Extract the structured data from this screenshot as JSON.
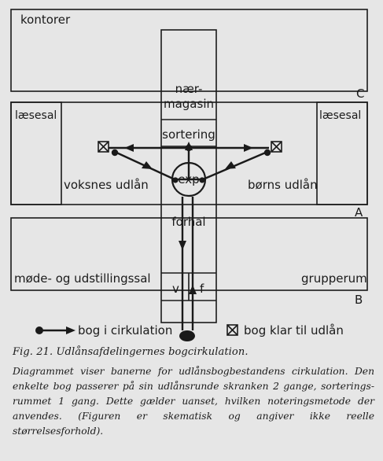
{
  "regions": {
    "kontorer": "kontorer",
    "naermagasin_line1": "nær-",
    "naermagasin_line2": "magasin",
    "sortering": "sortering",
    "laesesal_left": "læsesal",
    "laesesal_right": "læsesal",
    "voksnes_udlaan": "voksnes udlån",
    "boerns_udlaan": "børns udlån",
    "exp": "exp",
    "forhal": "forhal",
    "moede_udstilling": "møde- og udstillingssal",
    "grupperum": "grupperum",
    "v": "v",
    "f": "f"
  },
  "markers": {
    "C": "C",
    "A": "A",
    "B": "B"
  },
  "legend": {
    "circulation": "bog i cirkulation",
    "ready": "bog klar til udlån"
  },
  "caption": {
    "title": "Fig. 21. Udlånsafdelingernes bogcirkulation.",
    "body": "Diagrammet viser banerne for udlånsbogbestandens cirkulation. Den enkelte bog passerer på sin udlånsrunde skranken 2 gange, sorterings-rummet 1 gang. Dette gælder uanset, hvilken noteringsmetode der anvendes. (Figuren er skematisk og angiver ikke reelle størrelsesforhold)."
  },
  "colors": {
    "ink": "#1a1a1a",
    "paper": "#e6e6e6"
  }
}
